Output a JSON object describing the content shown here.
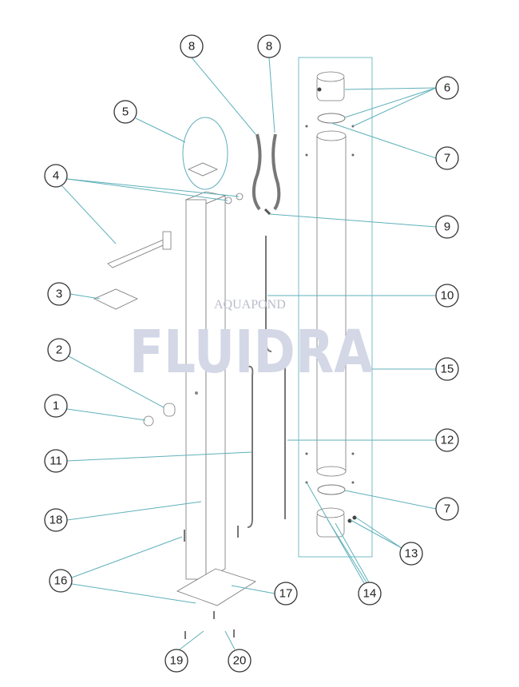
{
  "diagram": {
    "watermark": "FLUIDRA",
    "watermark_sub": "AQUAPOND",
    "callouts": [
      "8",
      "8",
      "5",
      "6",
      "7",
      "4",
      "9",
      "3",
      "10",
      "2",
      "15",
      "1",
      "12",
      "11",
      "7",
      "18",
      "13",
      "16",
      "17",
      "14",
      "19",
      "20"
    ]
  }
}
